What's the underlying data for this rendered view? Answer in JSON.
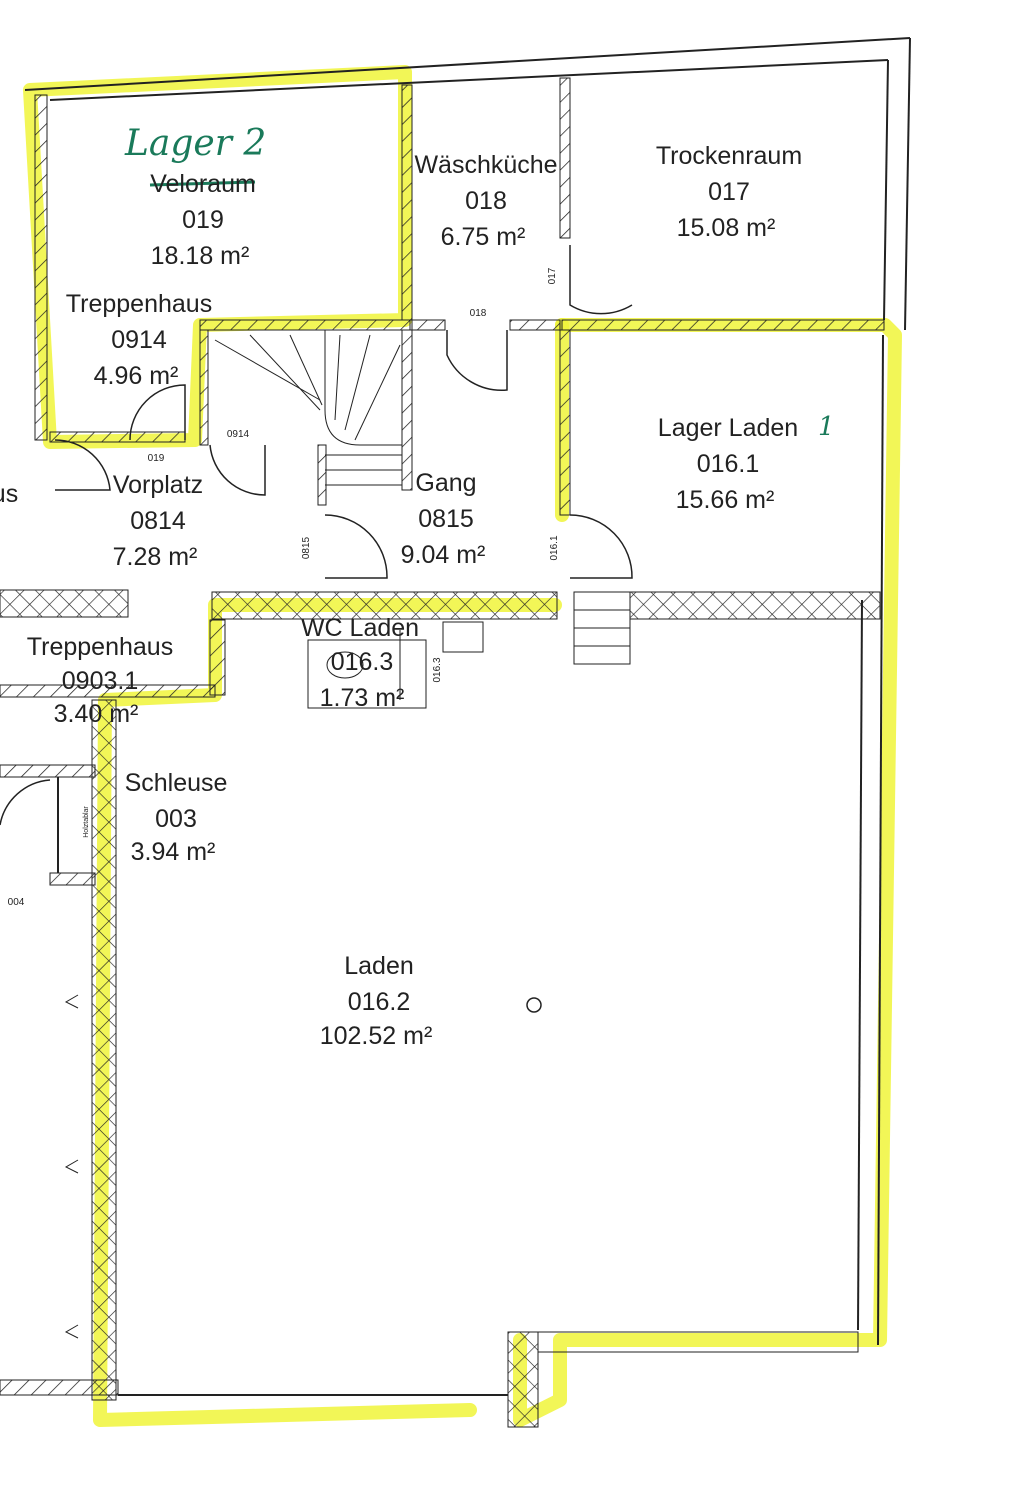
{
  "annotations": {
    "lager2": "Lager 2",
    "lager1_mark": "1"
  },
  "rooms": [
    {
      "name": "Veloraum",
      "number": "019",
      "area": "18.18 m²",
      "struck": true
    },
    {
      "name": "Wäschküche",
      "number": "018",
      "area": "6.75 m²"
    },
    {
      "name": "Trockenraum",
      "number": "017",
      "area": "15.08 m²"
    },
    {
      "name": "Treppenhaus",
      "number": "0914",
      "area": "4.96 m²"
    },
    {
      "name": "Lager Laden",
      "number": "016.1",
      "area": "15.66 m²"
    },
    {
      "name": "Vorplatz",
      "number": "0814",
      "area": "7.28 m²"
    },
    {
      "name": "Gang",
      "number": "0815",
      "area": "9.04 m²"
    },
    {
      "name": "WC Laden",
      "number": "016.3",
      "area": "1.73 m²"
    },
    {
      "name": "Treppenhaus",
      "number": "0903.1",
      "area": "3.40 m²"
    },
    {
      "name": "Schleuse",
      "number": "003",
      "area": "3.94 m²"
    },
    {
      "name": "Laden",
      "number": "016.2",
      "area": "102.52 m²"
    }
  ],
  "door_labels": [
    "017",
    "018",
    "0914",
    "019",
    "0815",
    "016.1",
    "016.3",
    "004"
  ],
  "misc": {
    "partial_label": "us",
    "holztablar": "Holztablar"
  },
  "colors": {
    "highlight": "#f0f53a",
    "handwriting": "#1a7a5a",
    "lines": "#222222"
  }
}
